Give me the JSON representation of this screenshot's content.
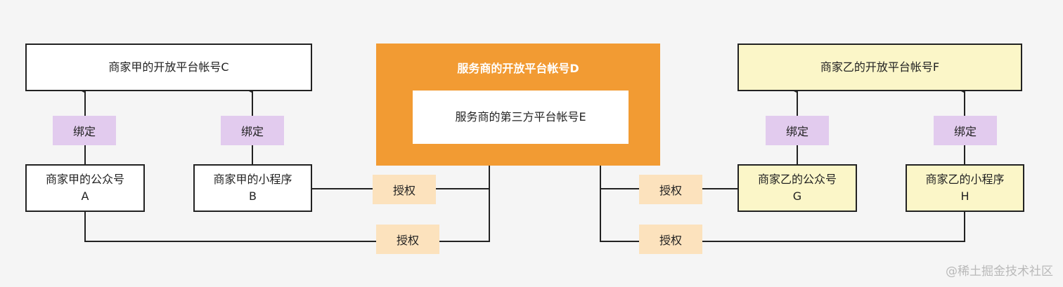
{
  "boxes": {
    "c": "商家甲的开放平台帐号C",
    "d": "服务商的开放平台帐号D",
    "e": "服务商的第三方平台帐号E",
    "f": "商家乙的开放平台帐号F",
    "a_line1": "商家甲的公众号",
    "a_line2": "A",
    "b_line1": "商家甲的小程序",
    "b_line2": "B",
    "g_line1": "商家乙的公众号",
    "g_line2": "G",
    "h_line1": "商家乙的小程序",
    "h_line2": "H"
  },
  "labels": {
    "bind": "绑定",
    "auth": "授权"
  },
  "colors": {
    "orange": "#f29b33",
    "yellow": "#fbf6c8",
    "purple_tag": "#e2cbee",
    "peach_tag": "#fce2bd"
  },
  "watermark": "@稀土掘金技术社区"
}
